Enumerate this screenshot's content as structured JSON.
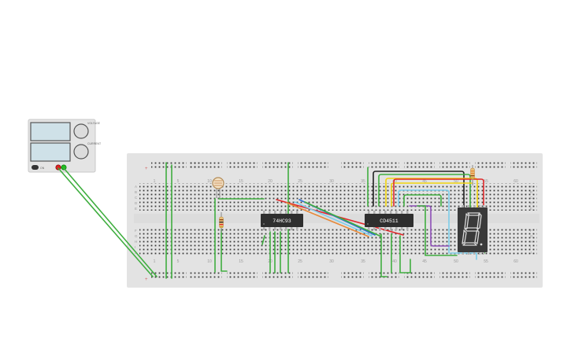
{
  "colors": {
    "breadboard": "#e3e3e3",
    "wire_green": "#3fae3f",
    "wire_red": "#e0292b",
    "wire_black": "#222222",
    "wire_yellow": "#f2d40c",
    "wire_blue": "#2e6fd6",
    "wire_lightblue": "#7ccdea",
    "wire_purple": "#8d4fb7",
    "wire_orange": "#e6893a",
    "chip": "#2f2f2f",
    "seven_segment": "#3a3a3a"
  },
  "power_supply": {
    "knob_labels": [
      "VOLTAGE",
      "CURRENT"
    ],
    "button_label": "ON"
  },
  "breadboard": {
    "column_numbers": [
      "1",
      "5",
      "10",
      "15",
      "20",
      "25",
      "30",
      "35",
      "40",
      "45",
      "50",
      "55",
      "60"
    ],
    "row_letters_top": [
      "A",
      "B",
      "C",
      "D",
      "E"
    ],
    "row_letters_bottom": [
      "F",
      "G",
      "H",
      "I",
      "J"
    ]
  },
  "components": {
    "chip1": {
      "label": "74HC93"
    },
    "chip2": {
      "label": "CD4511"
    },
    "display": {
      "digit": "8"
    }
  }
}
